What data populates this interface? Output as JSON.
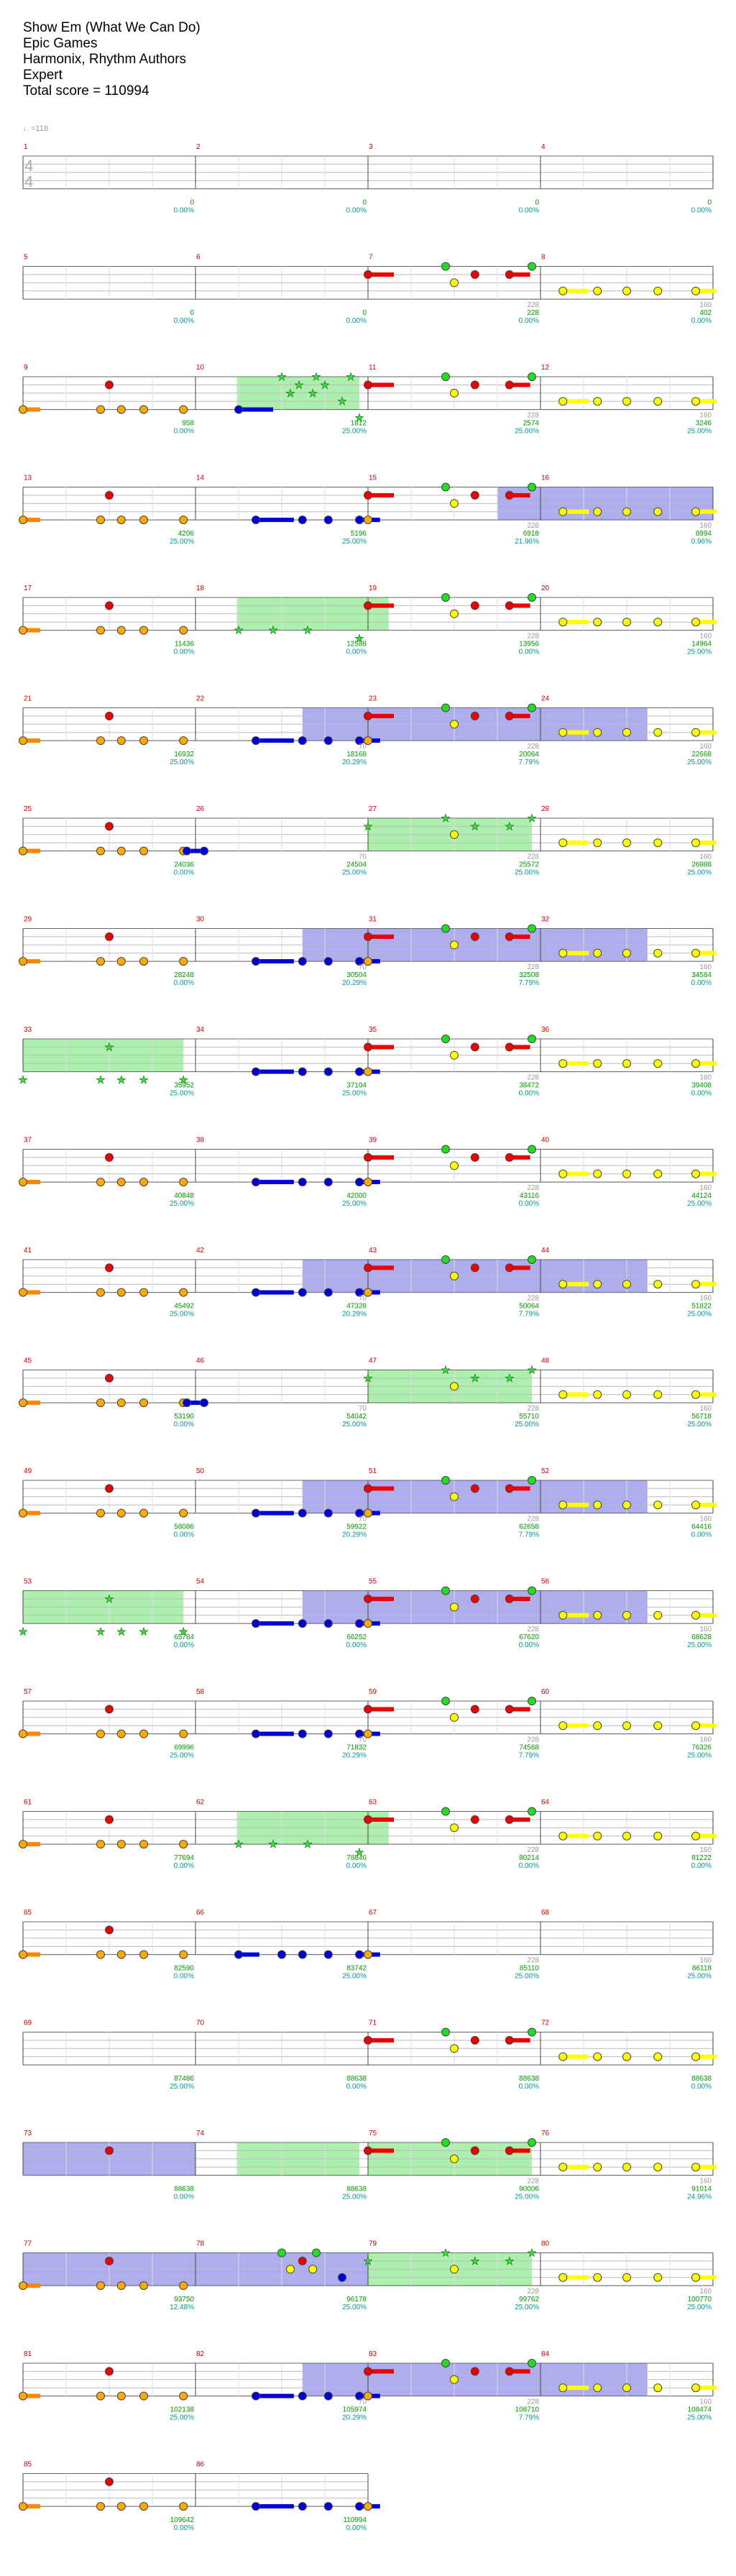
{
  "header": {
    "song": "Show Em (What We Can Do)",
    "artist": "Epic Games",
    "charter": "Harmonix, Rhythm Authors",
    "difficulty": "Expert",
    "total_score": "Total score = 110994"
  },
  "tempo": {
    "icon": "quarter-note-icon",
    "text": "♩=118"
  },
  "time_signature": "4/4",
  "colors": {
    "green": "#22dd22",
    "red": "#ee0000",
    "yellow": "#ffff00",
    "blue": "#0000dd",
    "orange": "#ffaa00",
    "open": "#ff8800",
    "star": "#22ee22",
    "od": "#0000cc",
    "solo": "#00cc00",
    "measure_num": "#cc0000",
    "score": "#009900",
    "percent": "#009999",
    "base": "#999999"
  },
  "chart_data": {
    "type": "note-chart",
    "measures": [
      {
        "n": 1,
        "s": 0,
        "p": "0.00%"
      },
      {
        "n": 2,
        "s": 0,
        "p": "0.00%"
      },
      {
        "n": 3,
        "s": 0,
        "p": "0.00%"
      },
      {
        "n": 4,
        "s": 0,
        "p": "0.00%"
      },
      {
        "n": 5,
        "s": 0,
        "p": "0.00%"
      },
      {
        "n": 6,
        "s": 0,
        "p": "0.00%"
      },
      {
        "n": 7,
        "s": 228,
        "p": "0.00%",
        "b": 228
      },
      {
        "n": 8,
        "s": 402,
        "p": "0.00%",
        "b": 160
      },
      {
        "n": 9,
        "s": 958,
        "p": "0.00%"
      },
      {
        "n": 10,
        "s": 1812,
        "p": "25.00%"
      },
      {
        "n": 11,
        "s": 2574,
        "p": "25.00%",
        "b": 228
      },
      {
        "n": 12,
        "s": 3246,
        "p": "25.00%",
        "b": 160
      },
      {
        "n": 13,
        "s": 4206,
        "p": "25.00%"
      },
      {
        "n": 14,
        "s": 5196,
        "p": "25.00%"
      },
      {
        "n": 15,
        "s": 6918,
        "p": "21.96%",
        "b": 228
      },
      {
        "n": 16,
        "s": 8994,
        "p": "0.96%",
        "b": 160
      },
      {
        "n": 17,
        "s": 11436,
        "p": "0.00%"
      },
      {
        "n": 18,
        "s": 12588,
        "p": "0.00%"
      },
      {
        "n": 19,
        "s": 13956,
        "p": "0.00%",
        "b": 228
      },
      {
        "n": 20,
        "s": 14964,
        "p": "25.00%",
        "b": 160
      },
      {
        "n": 21,
        "s": 16932,
        "p": "25.00%"
      },
      {
        "n": 22,
        "s": 18168,
        "p": "20.29%",
        "b": 70
      },
      {
        "n": 23,
        "s": 20064,
        "p": "7.79%",
        "b": 228
      },
      {
        "n": 24,
        "s": 22668,
        "p": "25.00%",
        "b": 160
      },
      {
        "n": 25,
        "s": 24036,
        "p": "0.00%"
      },
      {
        "n": 26,
        "s": 24504,
        "p": "25.00%",
        "b": 70
      },
      {
        "n": 27,
        "s": 25572,
        "p": "25.00%",
        "b": 228
      },
      {
        "n": 28,
        "s": 26988,
        "p": "25.00%",
        "b": 160
      },
      {
        "n": 29,
        "s": 28248,
        "p": "0.00%"
      },
      {
        "n": 30,
        "s": 30504,
        "p": "20.29%",
        "b": 70
      },
      {
        "n": 31,
        "s": 32508,
        "p": "7.79%",
        "b": 228
      },
      {
        "n": 32,
        "s": 34584,
        "p": "0.00%",
        "b": 160
      },
      {
        "n": 33,
        "s": 35952,
        "p": "25.00%"
      },
      {
        "n": 34,
        "s": 37104,
        "p": "25.00%"
      },
      {
        "n": 35,
        "s": 38472,
        "p": "0.00%",
        "b": 228
      },
      {
        "n": 36,
        "s": 39408,
        "p": "0.00%",
        "b": 160
      },
      {
        "n": 37,
        "s": 40848,
        "p": "25.00%"
      },
      {
        "n": 38,
        "s": 42000,
        "p": "25.00%"
      },
      {
        "n": 39,
        "s": 43116,
        "p": "0.00%",
        "b": 228
      },
      {
        "n": 40,
        "s": 44124,
        "p": "25.00%",
        "b": 160
      },
      {
        "n": 41,
        "s": 45492,
        "p": "25.00%"
      },
      {
        "n": 42,
        "s": 47328,
        "p": "20.29%",
        "b": 70
      },
      {
        "n": 43,
        "s": 50064,
        "p": "7.79%",
        "b": 228
      },
      {
        "n": 44,
        "s": 51822,
        "p": "25.00%",
        "b": 160
      },
      {
        "n": 45,
        "s": 53190,
        "p": "0.00%"
      },
      {
        "n": 46,
        "s": 54042,
        "p": "25.00%",
        "b": 70
      },
      {
        "n": 47,
        "s": 55710,
        "p": "25.00%",
        "b": 228
      },
      {
        "n": 48,
        "s": 56718,
        "p": "25.00%",
        "b": 160
      },
      {
        "n": 49,
        "s": 58086,
        "p": "0.00%"
      },
      {
        "n": 50,
        "s": 59922,
        "p": "20.29%",
        "b": 70
      },
      {
        "n": 51,
        "s": 62658,
        "p": "7.79%",
        "b": 228
      },
      {
        "n": 52,
        "s": 64416,
        "p": "0.00%",
        "b": 160
      },
      {
        "n": 53,
        "s": 65784,
        "p": "0.00%"
      },
      {
        "n": 54,
        "s": 66252,
        "p": "0.00%"
      },
      {
        "n": 55,
        "s": 67620,
        "p": "0.00%",
        "b": 228
      },
      {
        "n": 56,
        "s": 68628,
        "p": "25.00%",
        "b": 160
      },
      {
        "n": 57,
        "s": 69996,
        "p": "25.00%"
      },
      {
        "n": 58,
        "s": 71832,
        "p": "20.29%",
        "b": 70
      },
      {
        "n": 59,
        "s": 74568,
        "p": "7.79%",
        "b": 228
      },
      {
        "n": 60,
        "s": 76326,
        "p": "25.00%",
        "b": 160
      },
      {
        "n": 61,
        "s": 77694,
        "p": "0.00%"
      },
      {
        "n": 62,
        "s": 78846,
        "p": "0.00%"
      },
      {
        "n": 63,
        "s": 80214,
        "p": "0.00%",
        "b": 228
      },
      {
        "n": 64,
        "s": 81222,
        "p": "0.00%",
        "b": 160
      },
      {
        "n": 65,
        "s": 82590,
        "p": "0.00%"
      },
      {
        "n": 66,
        "s": 83742,
        "p": "25.00%"
      },
      {
        "n": 67,
        "s": 85110,
        "p": "25.00%",
        "b": 228
      },
      {
        "n": 68,
        "s": 86118,
        "p": "25.00%",
        "b": 160
      },
      {
        "n": 69,
        "s": 87486,
        "p": "25.00%"
      },
      {
        "n": 70,
        "s": 88638,
        "p": "0.00%"
      },
      {
        "n": 71,
        "s": 88638,
        "p": "0.00%"
      },
      {
        "n": 72,
        "s": 88638,
        "p": "0.00%"
      },
      {
        "n": 73,
        "s": 88638,
        "p": "0.00%"
      },
      {
        "n": 74,
        "s": 88638,
        "p": "25.00%"
      },
      {
        "n": 75,
        "s": 90006,
        "p": "25.00%",
        "b": 228
      },
      {
        "n": 76,
        "s": 91014,
        "p": "24.96%",
        "b": 160
      },
      {
        "n": 77,
        "s": 93750,
        "p": "12.48%"
      },
      {
        "n": 78,
        "s": 96178,
        "p": "25.00%"
      },
      {
        "n": 79,
        "s": 99762,
        "p": "25.00%",
        "b": 228
      },
      {
        "n": 80,
        "s": 100770,
        "p": "25.00%",
        "b": 160
      },
      {
        "n": 81,
        "s": 102138,
        "p": "25.00%"
      },
      {
        "n": 82,
        "s": 105974,
        "p": "20.29%",
        "b": 70
      },
      {
        "n": 83,
        "s": 106710,
        "p": "7.79%",
        "b": 228
      },
      {
        "n": 84,
        "s": 108474,
        "p": "25.00%",
        "b": 160
      },
      {
        "n": 85,
        "s": 109642,
        "p": "0.00%"
      },
      {
        "n": 86,
        "s": 110994,
        "p": "0.00%"
      }
    ]
  }
}
